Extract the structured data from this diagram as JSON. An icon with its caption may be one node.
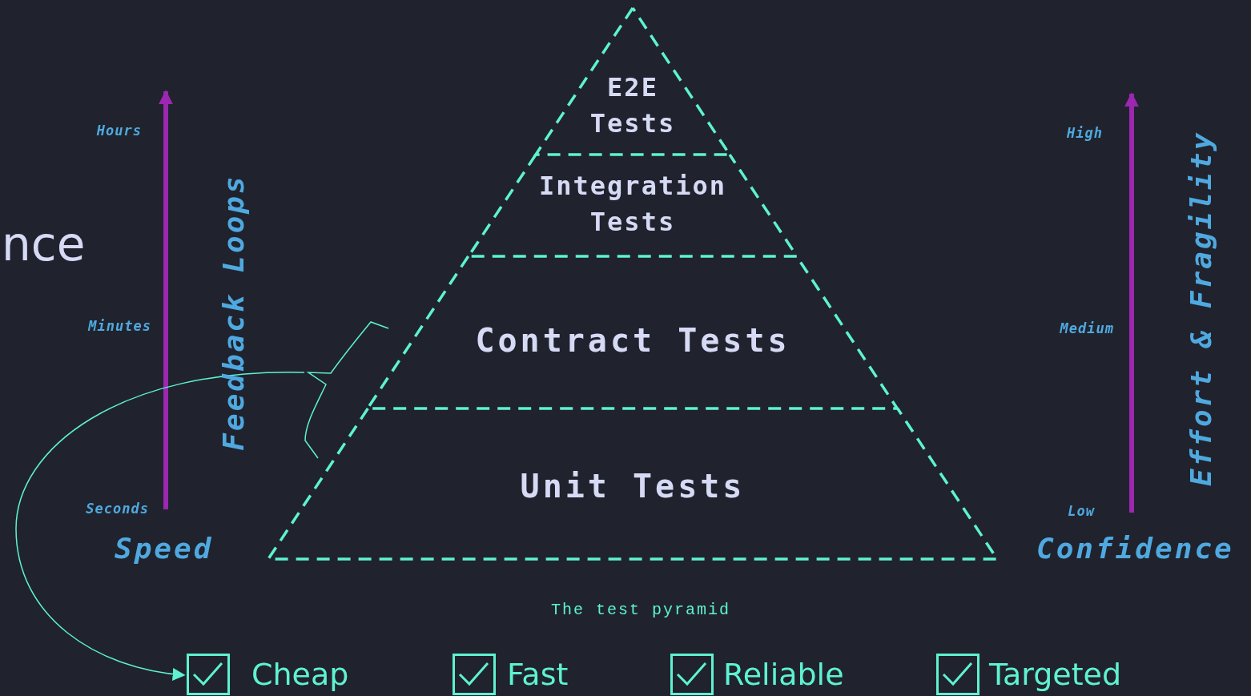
{
  "diagram": {
    "caption": "The test pyramid",
    "nodes": [
      {
        "text": [
          "E2E Tests"
        ]
      },
      {
        "text": [
          "Integration Tests"
        ]
      },
      {
        "text": [
          "Contract Tests"
        ]
      },
      {
        "text": [
          "Unit Tests"
        ]
      },
      {
        "text": [],
        "shape": "bracket"
      },
      {
        "text": [
          "Cheap"
        ]
      },
      {
        "text": [
          "Fast"
        ]
      },
      {
        "text": [
          "Reliable"
        ]
      },
      {
        "text": [
          "Targeted"
        ]
      }
    ],
    "edges": [
      {
        "from": 4,
        "to": 5,
        "arrow": "to"
      }
    ],
    "labels": [
      "nce",
      "Hours",
      "Minutes",
      "Seconds",
      "Speed",
      "Feedback Loops",
      "High",
      "Medium",
      "Low",
      "Confidence",
      "Effort & Fragility"
    ]
  }
}
